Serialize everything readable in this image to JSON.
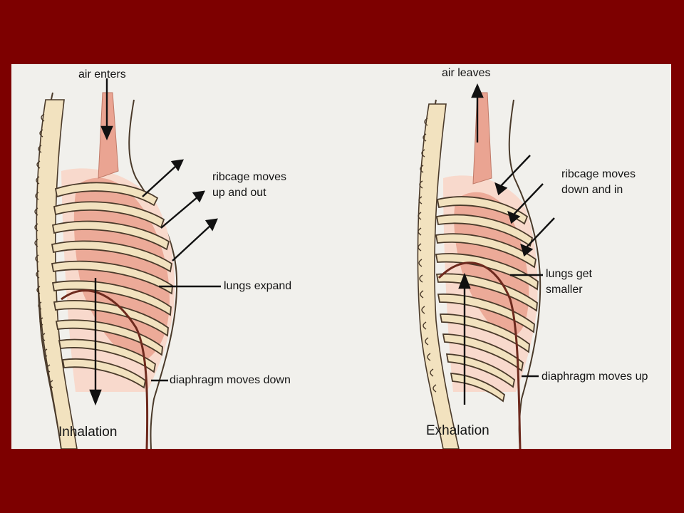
{
  "slide": {
    "background_color": "#7d0000",
    "figure_background": "#f1f0ec"
  },
  "inhalation": {
    "caption": "Inhalation",
    "label_air": "air enters",
    "label_ribcage_line1": "ribcage moves",
    "label_ribcage_line2": "up and out",
    "label_lungs": "lungs expand",
    "label_diaphragm": "diaphragm moves down"
  },
  "exhalation": {
    "caption": "Exhalation",
    "label_air": "air leaves",
    "label_ribcage_line1": "ribcage moves",
    "label_ribcage_line2": "down and in",
    "label_lungs_line1": "lungs get",
    "label_lungs_line2": "smaller",
    "label_diaphragm": "diaphragm moves up"
  },
  "colors": {
    "rib_fill": "#f2e2bf",
    "rib_stroke": "#4a3a2a",
    "lung_fill": "#eaa492",
    "lung_light": "#f4c3b3",
    "diaphragm": "#6e2a1e",
    "arrow": "#111111"
  }
}
